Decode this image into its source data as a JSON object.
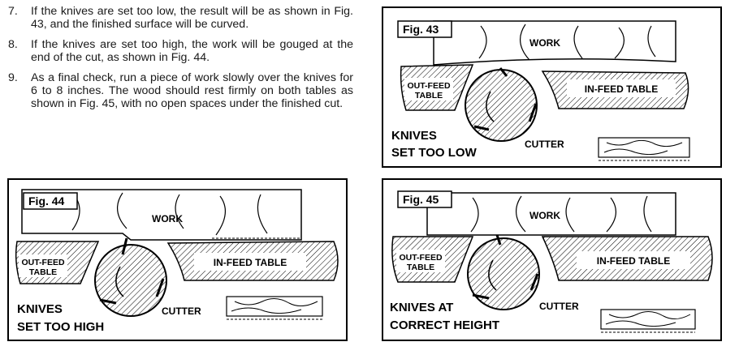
{
  "steps": [
    {
      "num": "7.",
      "text": "If the knives are set too low, the result will be as shown in Fig. 43, and the finished surface will be curved."
    },
    {
      "num": "8.",
      "text": "If the knives are set too high, the work will be gouged at the end of the cut, as shown in Fig. 44."
    },
    {
      "num": "9.",
      "text": "As a final check, run a piece of work slowly over the knives for 6 to 8 inches. The wood should rest firmly on both tables as shown in Fig. 45, with no open spaces under the finished cut."
    }
  ],
  "figures": [
    {
      "id": "fig43",
      "label": "Fig. 43",
      "work": "WORK",
      "outfeed_1": "OUT-FEED",
      "outfeed_2": "TABLE",
      "infeed": "IN-FEED TABLE",
      "cutter": "CUTTER",
      "caption_1": "KNIVES",
      "caption_2": "SET TOO LOW"
    },
    {
      "id": "fig44",
      "label": "Fig. 44",
      "work": "WORK",
      "outfeed_1": "OUT-FEED",
      "outfeed_2": "TABLE",
      "infeed": "IN-FEED TABLE",
      "cutter": "CUTTER",
      "caption_1": "KNIVES",
      "caption_2": "SET TOO HIGH"
    },
    {
      "id": "fig45",
      "label": "Fig. 45",
      "work": "WORK",
      "outfeed_1": "OUT-FEED",
      "outfeed_2": "TABLE",
      "infeed": "IN-FEED TABLE",
      "cutter": "CUTTER",
      "caption_1": "KNIVES AT",
      "caption_2": "CORRECT HEIGHT"
    }
  ]
}
